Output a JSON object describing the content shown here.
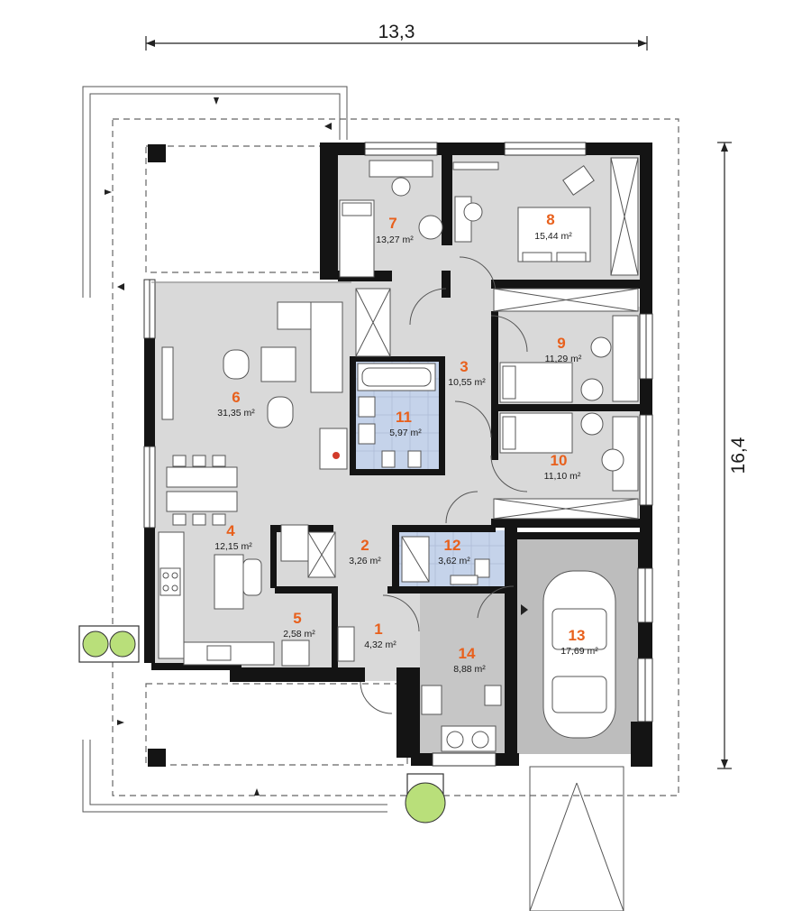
{
  "dimensions": {
    "width": "13,3",
    "height": "16,4"
  },
  "area_unit": "m²",
  "label_color": "#e8601c",
  "rooms": [
    {
      "number": "1",
      "area": "4,32 m²"
    },
    {
      "number": "2",
      "area": "3,26 m²"
    },
    {
      "number": "3",
      "area": "10,55 m²"
    },
    {
      "number": "4",
      "area": "12,15 m²"
    },
    {
      "number": "5",
      "area": "2,58 m²"
    },
    {
      "number": "6",
      "area": "31,35 m²"
    },
    {
      "number": "7",
      "area": "13,27 m²"
    },
    {
      "number": "8",
      "area": "15,44 m²"
    },
    {
      "number": "9",
      "area": "11,29 m²"
    },
    {
      "number": "10",
      "area": "11,10 m²"
    },
    {
      "number": "11",
      "area": "5,97 m²"
    },
    {
      "number": "12",
      "area": "3,62 m²"
    },
    {
      "number": "13",
      "area": "17,69 m²"
    },
    {
      "number": "14",
      "area": "8,88 m²"
    }
  ],
  "colors": {
    "floor": "#d9d9d9",
    "bathroom_tile": "#c5d3ea",
    "garage_floor": "#bdbdbd",
    "utility_floor": "#c6c6c6",
    "wall": "#141414",
    "plant": "#b9df7a"
  }
}
